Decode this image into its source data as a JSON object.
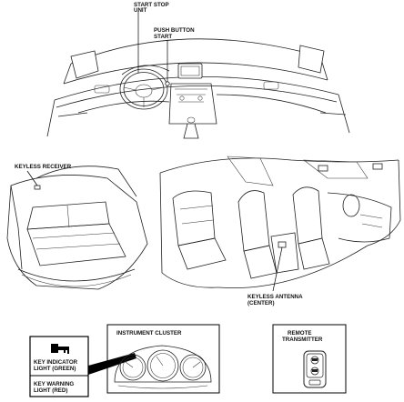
{
  "labels": {
    "start_stop_unit_line1": "START STOP",
    "start_stop_unit_line2": "UNIT",
    "push_button_start_line1": "PUSH BUTTON",
    "push_button_start_line2": "START",
    "keyless_receiver": "KEYLESS RECEIVER",
    "keyless_antenna_line1": "KEYLESS ANTENNA",
    "keyless_antenna_line2": "(CENTER)",
    "instrument_cluster": "INSTRUMENT CLUSTER",
    "remote_transmitter_line1": "REMOTE",
    "remote_transmitter_line2": "TRANSMITTER",
    "key_indicator_line1": "KEY INDICATOR",
    "key_indicator_line2": "LIGHT (GREEN)",
    "key_warning_line1": "KEY WARNING",
    "key_warning_line2": "LIGHT (RED)"
  },
  "colors": {
    "line": "#222222",
    "background": "#ffffff",
    "indicator_dark": "#000000"
  },
  "icons": {
    "key_indicator": "key-icon"
  }
}
